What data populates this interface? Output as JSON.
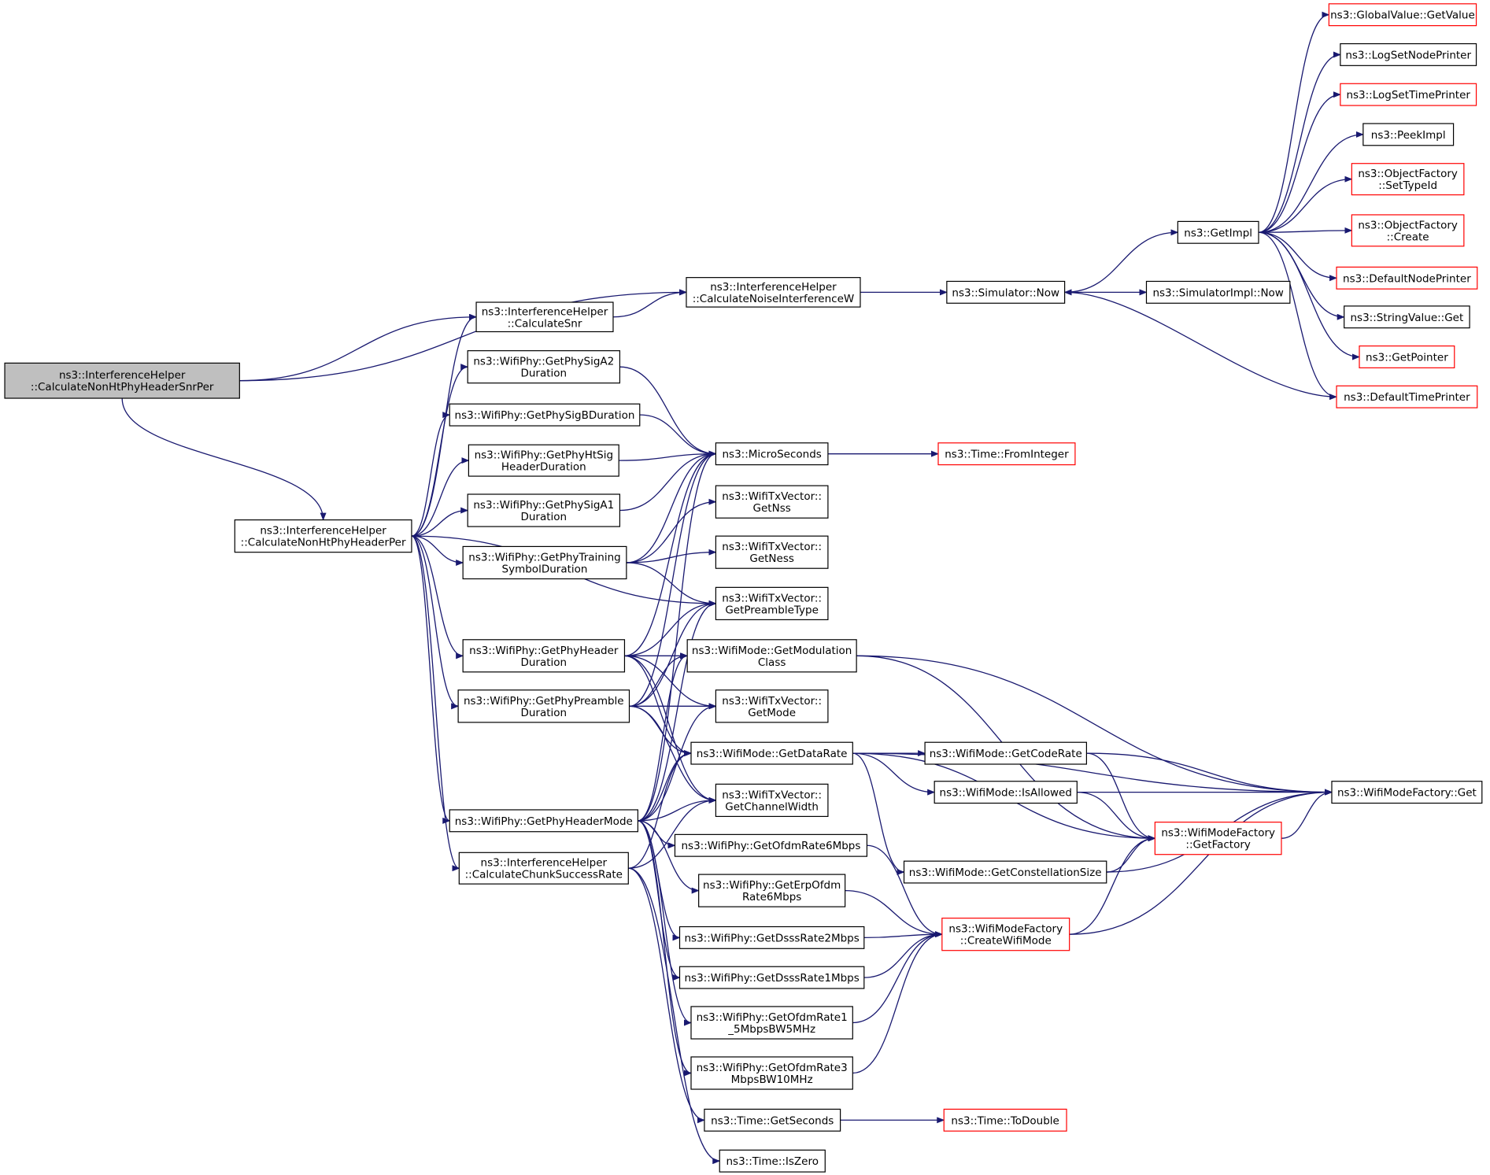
{
  "colors": {
    "edge": "#191970",
    "root_fill": "#bfbfbf",
    "external_border": "#ff0000",
    "node_border": "#000000"
  },
  "nodes": [
    {
      "id": "root",
      "lines": [
        "ns3::InterferenceHelper",
        "::CalculateNonHtPhyHeaderSnrPer"
      ],
      "style": "root"
    },
    {
      "id": "calcSnr",
      "lines": [
        "ns3::InterferenceHelper",
        "::CalculateSnr"
      ]
    },
    {
      "id": "calcNoise",
      "lines": [
        "ns3::InterferenceHelper",
        "::CalculateNoiseInterferenceW"
      ]
    },
    {
      "id": "simNow",
      "lines": [
        "ns3::Simulator::Now"
      ]
    },
    {
      "id": "simImplNow",
      "lines": [
        "ns3::SimulatorImpl::Now"
      ]
    },
    {
      "id": "getImpl",
      "lines": [
        "ns3::GetImpl"
      ]
    },
    {
      "id": "globalGetValue",
      "lines": [
        "ns3::GlobalValue::GetValue"
      ],
      "style": "red"
    },
    {
      "id": "logSetNode",
      "lines": [
        "ns3::LogSetNodePrinter"
      ]
    },
    {
      "id": "logSetTime",
      "lines": [
        "ns3::LogSetTimePrinter"
      ],
      "style": "red"
    },
    {
      "id": "peekImpl",
      "lines": [
        "ns3::PeekImpl"
      ]
    },
    {
      "id": "ofSetTypeId",
      "lines": [
        "ns3::ObjectFactory",
        "::SetTypeId"
      ],
      "style": "red"
    },
    {
      "id": "ofCreate",
      "lines": [
        "ns3::ObjectFactory",
        "::Create"
      ],
      "style": "red"
    },
    {
      "id": "defNodePrinter",
      "lines": [
        "ns3::DefaultNodePrinter"
      ],
      "style": "red"
    },
    {
      "id": "strValGet",
      "lines": [
        "ns3::StringValue::Get"
      ]
    },
    {
      "id": "getPointer",
      "lines": [
        "ns3::GetPointer"
      ],
      "style": "red"
    },
    {
      "id": "defTimePrinter",
      "lines": [
        "ns3::DefaultTimePrinter"
      ],
      "style": "red"
    },
    {
      "id": "calcPer",
      "lines": [
        "ns3::InterferenceHelper",
        "::CalculateNonHtPhyHeaderPer"
      ]
    },
    {
      "id": "sigA2",
      "lines": [
        "ns3::WifiPhy::GetPhySigA2",
        "Duration"
      ]
    },
    {
      "id": "sigB",
      "lines": [
        "ns3::WifiPhy::GetPhySigBDuration"
      ]
    },
    {
      "id": "htSig",
      "lines": [
        "ns3::WifiPhy::GetPhyHtSig",
        "HeaderDuration"
      ]
    },
    {
      "id": "sigA1",
      "lines": [
        "ns3::WifiPhy::GetPhySigA1",
        "Duration"
      ]
    },
    {
      "id": "training",
      "lines": [
        "ns3::WifiPhy::GetPhyTraining",
        "SymbolDuration"
      ]
    },
    {
      "id": "hdrDur",
      "lines": [
        "ns3::WifiPhy::GetPhyHeader",
        "Duration"
      ]
    },
    {
      "id": "preDur",
      "lines": [
        "ns3::WifiPhy::GetPhyPreamble",
        "Duration"
      ]
    },
    {
      "id": "hdrMode",
      "lines": [
        "ns3::WifiPhy::GetPhyHeaderMode"
      ]
    },
    {
      "id": "chunk",
      "lines": [
        "ns3::InterferenceHelper",
        "::CalculateChunkSuccessRate"
      ]
    },
    {
      "id": "micro",
      "lines": [
        "ns3::MicroSeconds"
      ]
    },
    {
      "id": "fromInt",
      "lines": [
        "ns3::Time::FromInteger"
      ],
      "style": "red"
    },
    {
      "id": "getNss",
      "lines": [
        "ns3::WifiTxVector::",
        "GetNss"
      ]
    },
    {
      "id": "getNess",
      "lines": [
        "ns3::WifiTxVector::",
        "GetNess"
      ]
    },
    {
      "id": "preType",
      "lines": [
        "ns3::WifiTxVector::",
        "GetPreambleType"
      ]
    },
    {
      "id": "modClass",
      "lines": [
        "ns3::WifiMode::GetModulation",
        "Class"
      ]
    },
    {
      "id": "txGetMode",
      "lines": [
        "ns3::WifiTxVector::",
        "GetMode"
      ]
    },
    {
      "id": "dataRate",
      "lines": [
        "ns3::WifiMode::GetDataRate"
      ]
    },
    {
      "id": "chWidth",
      "lines": [
        "ns3::WifiTxVector::",
        "GetChannelWidth"
      ]
    },
    {
      "id": "ofdm6",
      "lines": [
        "ns3::WifiPhy::GetOfdmRate6Mbps"
      ]
    },
    {
      "id": "erp6",
      "lines": [
        "ns3::WifiPhy::GetErpOfdm",
        "Rate6Mbps"
      ]
    },
    {
      "id": "dsss2",
      "lines": [
        "ns3::WifiPhy::GetDsssRate2Mbps"
      ]
    },
    {
      "id": "dsss1",
      "lines": [
        "ns3::WifiPhy::GetDsssRate1Mbps"
      ]
    },
    {
      "id": "ofdm15",
      "lines": [
        "ns3::WifiPhy::GetOfdmRate1",
        "_5MbpsBW5MHz"
      ]
    },
    {
      "id": "ofdm3",
      "lines": [
        "ns3::WifiPhy::GetOfdmRate3",
        "MbpsBW10MHz"
      ]
    },
    {
      "id": "getSeconds",
      "lines": [
        "ns3::Time::GetSeconds"
      ]
    },
    {
      "id": "isZero",
      "lines": [
        "ns3::Time::IsZero"
      ]
    },
    {
      "id": "toDouble",
      "lines": [
        "ns3::Time::ToDouble"
      ],
      "style": "red"
    },
    {
      "id": "codeRate",
      "lines": [
        "ns3::WifiMode::GetCodeRate"
      ]
    },
    {
      "id": "isAllowed",
      "lines": [
        "ns3::WifiMode::IsAllowed"
      ]
    },
    {
      "id": "constSize",
      "lines": [
        "ns3::WifiMode::GetConstellationSize"
      ]
    },
    {
      "id": "createMode",
      "lines": [
        "ns3::WifiModeFactory",
        "::CreateWifiMode"
      ],
      "style": "red"
    },
    {
      "id": "getFactory",
      "lines": [
        "ns3::WifiModeFactory",
        "::GetFactory"
      ],
      "style": "red"
    },
    {
      "id": "factGet",
      "lines": [
        "ns3::WifiModeFactory::Get"
      ]
    }
  ],
  "edges": [
    [
      "root",
      "calcNoise"
    ],
    [
      "root",
      "calcSnr"
    ],
    [
      "root",
      "calcPer"
    ],
    [
      "calcSnr",
      "calcNoise"
    ],
    [
      "calcNoise",
      "simNow"
    ],
    [
      "simNow",
      "simImplNow"
    ],
    [
      "simNow",
      "getImpl"
    ],
    [
      "getImpl",
      "globalGetValue"
    ],
    [
      "getImpl",
      "logSetNode"
    ],
    [
      "getImpl",
      "logSetTime"
    ],
    [
      "getImpl",
      "peekImpl"
    ],
    [
      "getImpl",
      "ofSetTypeId"
    ],
    [
      "getImpl",
      "ofCreate"
    ],
    [
      "getImpl",
      "defNodePrinter"
    ],
    [
      "getImpl",
      "strValGet"
    ],
    [
      "getImpl",
      "getPointer"
    ],
    [
      "getImpl",
      "defTimePrinter"
    ],
    [
      "defTimePrinter",
      "simNow"
    ],
    [
      "calcPer",
      "calcSnr"
    ],
    [
      "calcPer",
      "sigA2"
    ],
    [
      "calcPer",
      "sigB"
    ],
    [
      "calcPer",
      "htSig"
    ],
    [
      "calcPer",
      "sigA1"
    ],
    [
      "calcPer",
      "training"
    ],
    [
      "calcPer",
      "preType"
    ],
    [
      "calcPer",
      "hdrDur"
    ],
    [
      "calcPer",
      "preDur"
    ],
    [
      "calcPer",
      "hdrMode"
    ],
    [
      "calcPer",
      "chunk"
    ],
    [
      "sigA2",
      "micro"
    ],
    [
      "sigB",
      "micro"
    ],
    [
      "htSig",
      "micro"
    ],
    [
      "sigA1",
      "micro"
    ],
    [
      "training",
      "micro"
    ],
    [
      "training",
      "getNss"
    ],
    [
      "training",
      "getNess"
    ],
    [
      "training",
      "preType"
    ],
    [
      "hdrDur",
      "micro"
    ],
    [
      "hdrDur",
      "preType"
    ],
    [
      "hdrDur",
      "modClass"
    ],
    [
      "hdrDur",
      "txGetMode"
    ],
    [
      "hdrDur",
      "dataRate"
    ],
    [
      "hdrDur",
      "chWidth"
    ],
    [
      "preDur",
      "micro"
    ],
    [
      "preDur",
      "preType"
    ],
    [
      "preDur",
      "modClass"
    ],
    [
      "preDur",
      "txGetMode"
    ],
    [
      "preDur",
      "dataRate"
    ],
    [
      "preDur",
      "chWidth"
    ],
    [
      "hdrMode",
      "micro"
    ],
    [
      "hdrMode",
      "preType"
    ],
    [
      "hdrMode",
      "txGetMode"
    ],
    [
      "hdrMode",
      "modClass"
    ],
    [
      "hdrMode",
      "dataRate"
    ],
    [
      "hdrMode",
      "chWidth"
    ],
    [
      "hdrMode",
      "ofdm6"
    ],
    [
      "hdrMode",
      "erp6"
    ],
    [
      "hdrMode",
      "dsss2"
    ],
    [
      "hdrMode",
      "dsss1"
    ],
    [
      "hdrMode",
      "ofdm15"
    ],
    [
      "hdrMode",
      "ofdm3"
    ],
    [
      "chunk",
      "dataRate"
    ],
    [
      "chunk",
      "chWidth"
    ],
    [
      "chunk",
      "getSeconds"
    ],
    [
      "chunk",
      "isZero"
    ],
    [
      "micro",
      "fromInt"
    ],
    [
      "getSeconds",
      "toDouble"
    ],
    [
      "modClass",
      "getFactory"
    ],
    [
      "modClass",
      "factGet"
    ],
    [
      "dataRate",
      "codeRate"
    ],
    [
      "dataRate",
      "isAllowed"
    ],
    [
      "dataRate",
      "constSize"
    ],
    [
      "dataRate",
      "getFactory"
    ],
    [
      "dataRate",
      "factGet"
    ],
    [
      "codeRate",
      "getFactory"
    ],
    [
      "codeRate",
      "factGet"
    ],
    [
      "isAllowed",
      "getFactory"
    ],
    [
      "isAllowed",
      "factGet"
    ],
    [
      "constSize",
      "getFactory"
    ],
    [
      "constSize",
      "factGet"
    ],
    [
      "ofdm6",
      "createMode"
    ],
    [
      "erp6",
      "createMode"
    ],
    [
      "dsss2",
      "createMode"
    ],
    [
      "dsss1",
      "createMode"
    ],
    [
      "ofdm15",
      "createMode"
    ],
    [
      "ofdm3",
      "createMode"
    ],
    [
      "createMode",
      "getFactory"
    ],
    [
      "createMode",
      "factGet"
    ],
    [
      "getFactory",
      "factGet"
    ]
  ]
}
